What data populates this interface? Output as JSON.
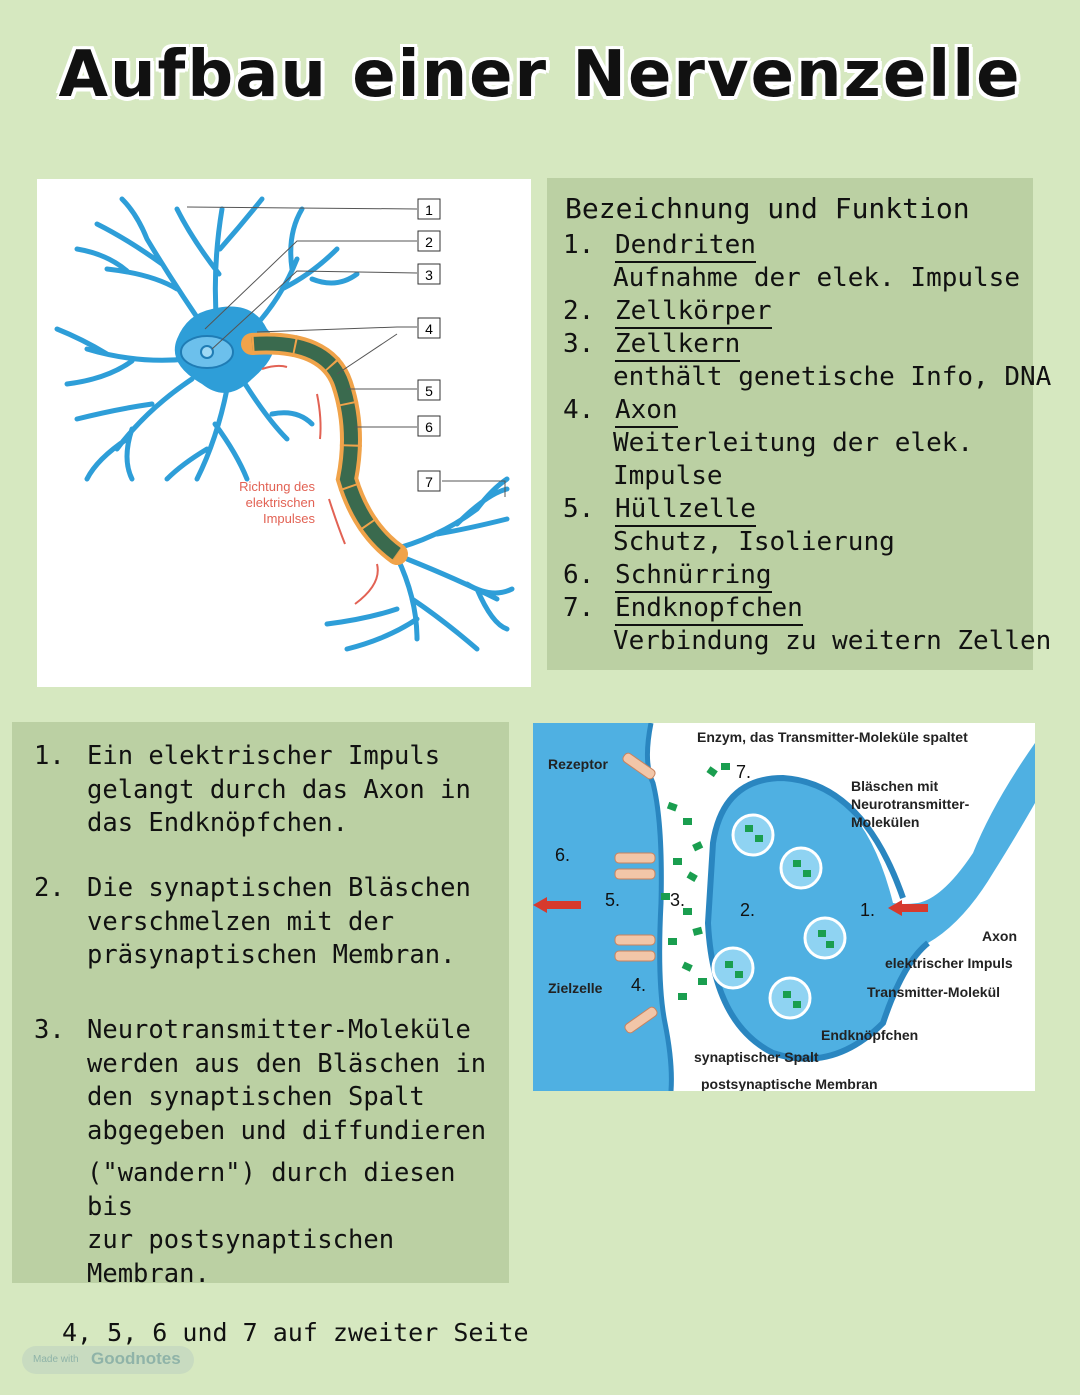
{
  "title": "Aufbau einer Nervenzelle",
  "neuron_diagram": {
    "markers": [
      "1",
      "2",
      "3",
      "4",
      "5",
      "6",
      "7"
    ],
    "direction_label": [
      "Richtung des",
      "elektrischen",
      "Impulses"
    ]
  },
  "legend": {
    "heading": "Bezeichnung und Funktion",
    "items": [
      {
        "num": "1.",
        "term": "Dendriten",
        "desc": [
          "Aufnahme der elek. Impulse"
        ]
      },
      {
        "num": "2.",
        "term": "Zellkörper",
        "desc": []
      },
      {
        "num": "3.",
        "term": "Zellkern",
        "desc": [
          "enthält genetische Info, DNA"
        ]
      },
      {
        "num": "4.",
        "term": "Axon",
        "desc": [
          "Weiterleitung der elek.",
          "Impulse"
        ]
      },
      {
        "num": "5.",
        "term": "Hüllzelle",
        "desc": [
          "Schutz, Isolierung"
        ]
      },
      {
        "num": "6.",
        "term": "Schnürring",
        "desc": []
      },
      {
        "num": "7.",
        "term": "Endknopfchen",
        "desc": [
          "Verbindung zu weitern Zellen"
        ]
      }
    ]
  },
  "steps": [
    {
      "num": "1.",
      "lines": [
        "Ein elektrischer Impuls",
        "gelangt durch das Axon in",
        "das Endknöpfchen."
      ]
    },
    {
      "num": "2.",
      "lines": [
        "Die synaptischen Bläschen",
        "verschmelzen mit der",
        "präsynaptischen Membran."
      ]
    },
    {
      "num": "3.",
      "lines": [
        "Neurotransmitter-Moleküle",
        "werden aus den Bläschen in",
        "den synaptischen Spalt",
        "abgegeben und diffundieren",
        "(\"wandern\") durch diesen bis",
        "zur postsynaptischen",
        "Membran."
      ]
    }
  ],
  "synapse_diagram": {
    "enzyme": "Enzym, das Transmitter-Moleküle spaltet",
    "receptor": "Rezeptor",
    "vesicles": [
      "Bläschen mit",
      "Neurotransmitter-",
      "Molekülen"
    ],
    "axon": "Axon",
    "impulse": "elektrischer Impuls",
    "molecule": "Transmitter-Molekül",
    "bouton": "Endknöpfchen",
    "cleft": "synaptischer Spalt",
    "postsynaptic": "postsynaptische Membran",
    "target": "Zielzelle",
    "step_marks": [
      "1.",
      "2.",
      "3.",
      "4.",
      "5.",
      "6.",
      "7."
    ]
  },
  "footer": "4, 5, 6 und 7 auf zweiter Seite",
  "badge": {
    "small": "Made with",
    "brand": "Goodnotes"
  }
}
